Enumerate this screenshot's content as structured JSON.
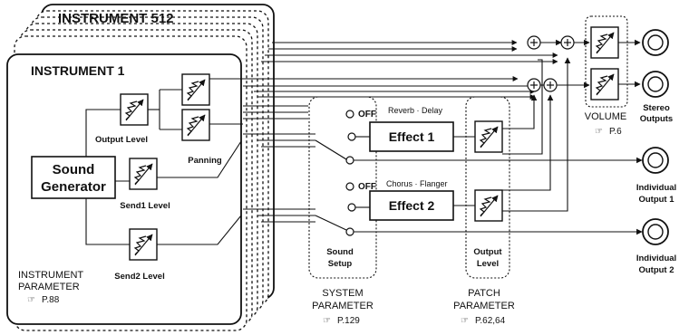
{
  "instrument_front_title": "INSTRUMENT 1",
  "instrument_back_title": "INSTRUMENT 512",
  "sound_generator": [
    "Sound",
    "Generator"
  ],
  "output_level_label": "Output Level",
  "panning_label": "Panning",
  "send1_label": "Send1 Level",
  "send2_label": "Send2 Level",
  "instrument_parameter": [
    "INSTRUMENT",
    "PARAMETER"
  ],
  "instrument_ref": "P.88",
  "off_label": "OFF",
  "reverb_delay": "Reverb · Delay",
  "chorus_flanger": "Chorus · Flanger",
  "effect1": "Effect 1",
  "effect2": "Effect 2",
  "sound_setup": [
    "Sound",
    "Setup"
  ],
  "system_parameter": [
    "SYSTEM",
    "PARAMETER"
  ],
  "system_ref": "P.129",
  "output_level2": [
    "Output",
    "Level"
  ],
  "patch_parameter": [
    "PATCH",
    "PARAMETER"
  ],
  "patch_ref": "P.62,64",
  "volume_label": "VOLUME",
  "volume_ref": "P.6",
  "stereo_outputs": [
    "Stereo",
    "Outputs"
  ],
  "individual_output1": [
    "Individual",
    "Output 1"
  ],
  "individual_output2": [
    "Individual",
    "Output 2"
  ],
  "ref_symbol": "☞"
}
